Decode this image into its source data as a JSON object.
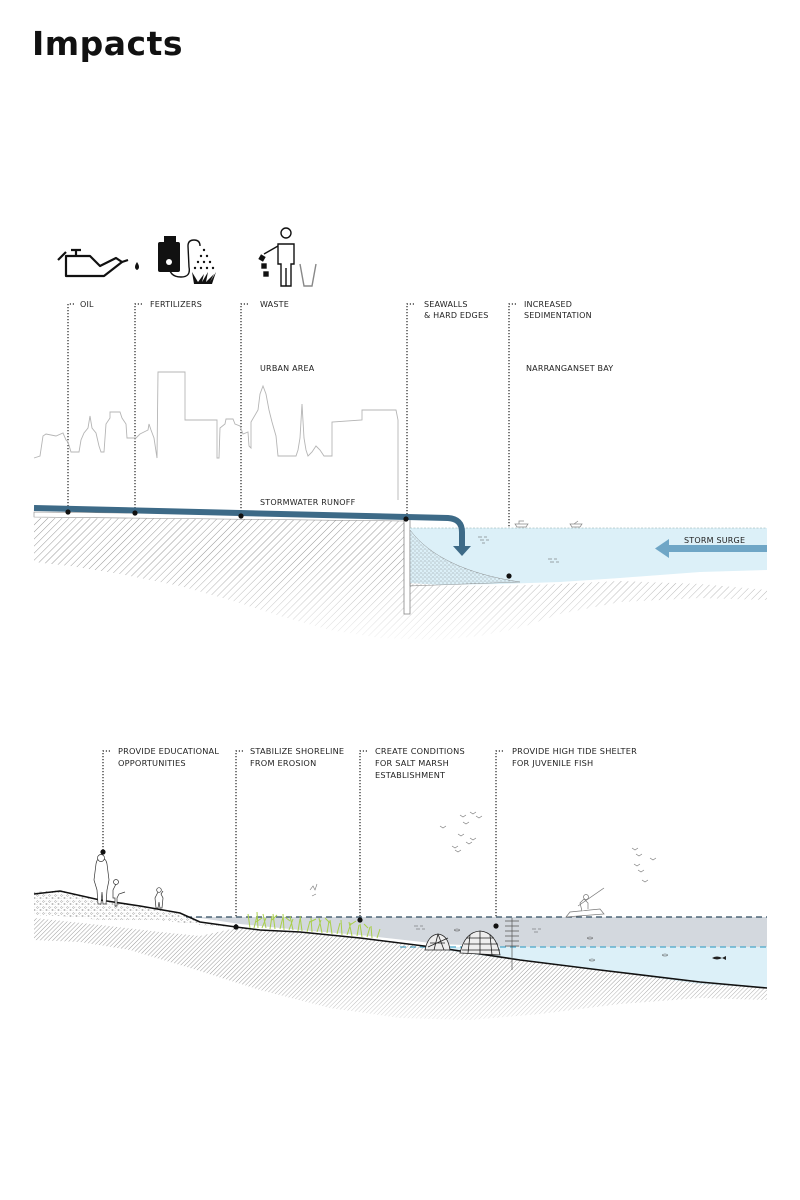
{
  "page": {
    "title": "Impacts"
  },
  "impacts_section": {
    "icons": [
      {
        "name": "oil-can-icon",
        "label": "OIL"
      },
      {
        "name": "fertilizer-sprayer-icon",
        "label": "FERTILIZERS"
      },
      {
        "name": "person-littering-icon",
        "label": "WASTE"
      }
    ],
    "callouts": {
      "seawalls": [
        "SEAWALLS",
        "& HARD EDGES"
      ],
      "sedimentation": [
        "INCREASED",
        "SEDIMENTATION"
      ]
    },
    "area_labels": {
      "urban": "URBAN AREA",
      "bay": "NARRANGANSET BAY",
      "runoff": "STORMWATER RUNOFF",
      "surge": "STORM SURGE"
    },
    "colors": {
      "pipe": "#3d6a87",
      "water": "#dcf0f8",
      "surge_arrow": "#6fa6c6",
      "skyline": "#b5b5b5"
    }
  },
  "benefits_section": {
    "callouts": [
      {
        "lines": [
          "PROVIDE EDUCATIONAL",
          "OPPORTUNITIES"
        ]
      },
      {
        "lines": [
          "STABILIZE SHORELINE",
          "FROM EROSION"
        ]
      },
      {
        "lines": [
          "CREATE CONDITIONS",
          "FOR SALT MARSH",
          "ESTABLISHMENT"
        ]
      },
      {
        "lines": [
          "PROVIDE HIGH TIDE SHELTER",
          "FOR JUVENILE FISH"
        ]
      }
    ],
    "colors": {
      "high_tide_water": "#d3d8de",
      "low_tide_water": "#dcf0f8",
      "marsh_grass": "#a9cf4a",
      "tide_line_dark": "#2d4a5f",
      "tide_line_light": "#4aa7c9"
    }
  }
}
